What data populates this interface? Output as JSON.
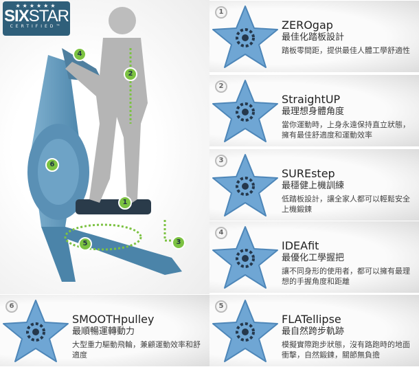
{
  "badge": {
    "stars": "★★★★★★",
    "six": "SIX",
    "star": "STAR",
    "certified": "CERTIFIED™"
  },
  "markers": [
    "1",
    "2",
    "3",
    "4",
    "5",
    "6"
  ],
  "features": [
    {
      "num": "1",
      "title": "ZEROgap",
      "subtitle": "最佳化踏板設計",
      "desc": "踏板零間距，提供最佳人體工學舒適性",
      "icon": "footprints-icon"
    },
    {
      "num": "2",
      "title": "StraightUP",
      "subtitle": "最理想身體角度",
      "desc": "當你運動時，上身永遠保持直立狀態，擁有最佳舒適度和運動效率",
      "icon": "upright-posture-icon"
    },
    {
      "num": "3",
      "title": "SUREstep",
      "subtitle": "最穩健上機訓練",
      "desc": "低踏板設計，讓全家人都可以輕鬆安全上機鍛鍊",
      "icon": "step-icon"
    },
    {
      "num": "4",
      "title": "IDEAfit",
      "subtitle": "最優化工學握把",
      "desc": "讓不同身形的使用者，都可以擁有最理想的手握角度和距離",
      "icon": "handlebar-grip-icon"
    },
    {
      "num": "5",
      "title": "FLATellipse",
      "subtitle": "最自然跨步軌跡",
      "desc": "模擬實際跑步狀態，沒有路跑時的地面衝擊，自然鍛鍊，關節無負擔",
      "icon": "ellipse-stride-icon"
    },
    {
      "num": "6",
      "title": "SMOOTHpulley",
      "subtitle": "最順暢運轉動力",
      "desc": "大型重力驅動飛輪，兼顧運動效率和舒適度",
      "icon": "gears-icon"
    }
  ]
}
